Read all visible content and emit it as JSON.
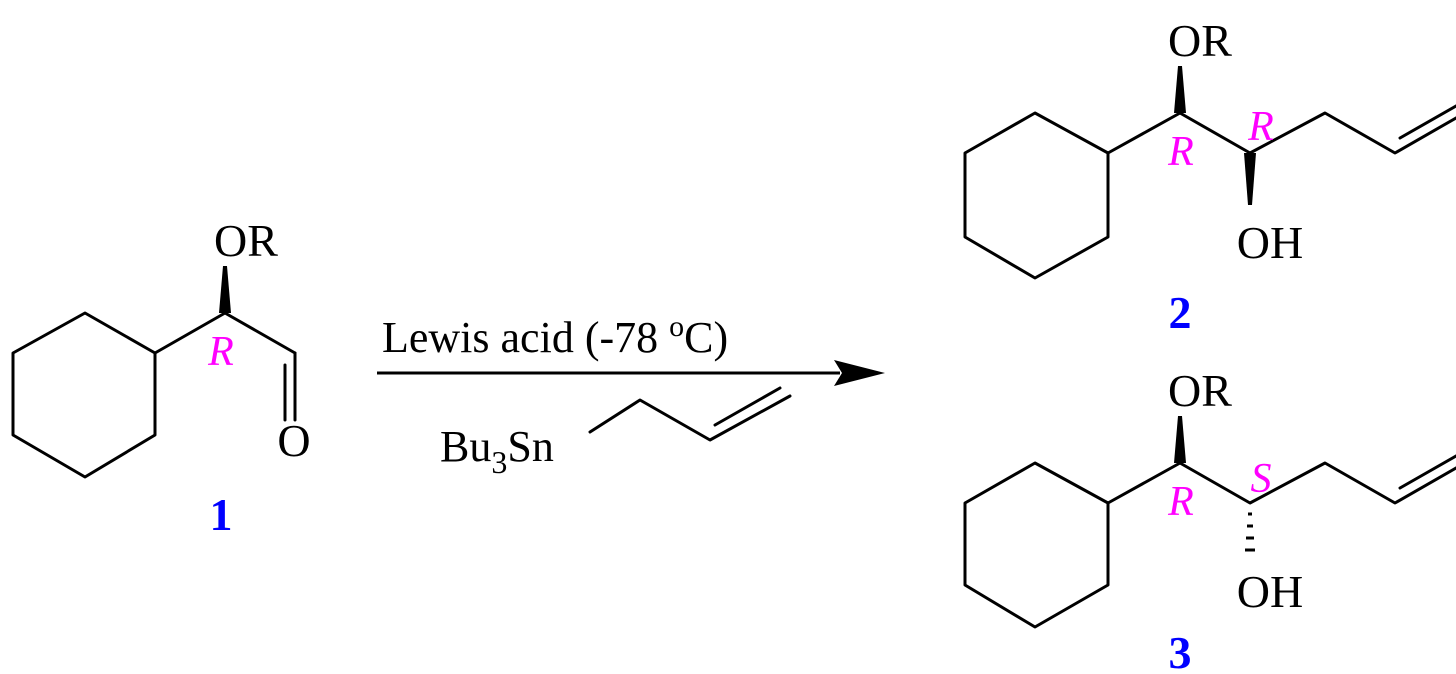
{
  "colors": {
    "stereo_label": "#ff00ff",
    "compound_number": "#0000ff",
    "ink": "#000000"
  },
  "compound_1": {
    "number": "1",
    "substituent": "OR",
    "stereo": "R",
    "carbonyl_O": "O"
  },
  "reaction": {
    "condition_prefix": "Lewis acid (-78 ",
    "degree_mark": "o",
    "condition_suffix": "C)",
    "reagent_main": "Bu",
    "reagent_sub": "3",
    "reagent_tail": "Sn"
  },
  "compound_2": {
    "number": "2",
    "substituent": "OR",
    "stereo_1": "R",
    "stereo_2": "R",
    "hydroxyl": "OH"
  },
  "compound_3": {
    "number": "3",
    "substituent": "OR",
    "stereo_1": "R",
    "stereo_2": "S",
    "hydroxyl": "OH"
  }
}
